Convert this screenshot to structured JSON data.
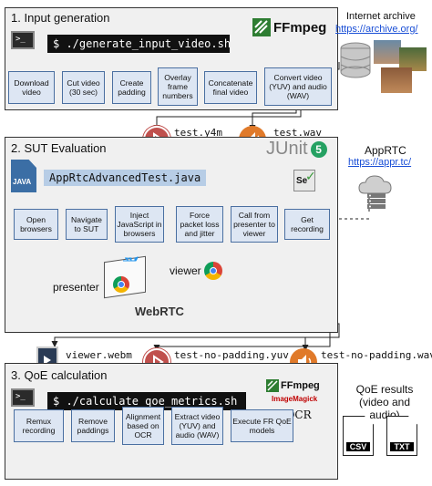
{
  "panels": {
    "input": {
      "title": "1. Input generation",
      "command": "$ ./generate_input_video.sh",
      "ffmpeg": "FFmpeg"
    },
    "sut": {
      "title": "2. SUT Evaluation",
      "test_class": "AppRtcAdvancedTest.java",
      "junit": "JUnit",
      "junit_version": "5",
      "java_badge": "JAVA",
      "selenium": "Se"
    },
    "qoe": {
      "title": "3. QoE calculation",
      "command": "$ ./calculate_qoe_metrics.sh",
      "ffmpeg": "FFmpeg",
      "imagemagick": "ImageMagick",
      "gocr": "GOCR"
    }
  },
  "input_steps": [
    "Download video",
    "Cut video (30 sec)",
    "Create padding",
    "Overlay frame numbers",
    "Concatenate final video",
    "Convert video (YUV) and audio (WAV)"
  ],
  "sut_steps": [
    "Open browsers",
    "Navigate to SUT",
    "Inject JavaScript in browsers",
    "Force packet loss and jitter",
    "Call from presenter to viewer",
    "Get recording"
  ],
  "qoe_steps": [
    "Remux recording",
    "Remove paddings",
    "Alignment based on OCR",
    "Extract video (YUV) and audio (WAV)",
    "Execute FR QoE models"
  ],
  "files": {
    "test_y4m": "test.y4m",
    "test_wav": "test.wav",
    "viewer_webm": "viewer.webm",
    "test_no_padding_yuv": "test-no-padding.yuv",
    "test_no_padding_wav": "test-no-padding.wav"
  },
  "external": {
    "archive_title": "Internet archive",
    "archive_url": "https://archive.org/",
    "apprtc_title": "AppRTC",
    "apprtc_url": "https://appr.tc/",
    "results_title": "QoE results (video and audio)",
    "csv": "CSV",
    "txt": "TXT"
  },
  "roles": {
    "presenter": "presenter",
    "viewer": "viewer",
    "webrtc": "WebRTC"
  },
  "terminal_glyph": ">_",
  "colors": {
    "box_fill": "#dde6f3",
    "box_border": "#4a6fa1",
    "panel_fill": "#f0f0f0",
    "arrow_red": "#c00000",
    "media_red": "#c0504d",
    "audio_orange": "#e07a2a",
    "ffmpeg_green": "#2e7d32"
  }
}
